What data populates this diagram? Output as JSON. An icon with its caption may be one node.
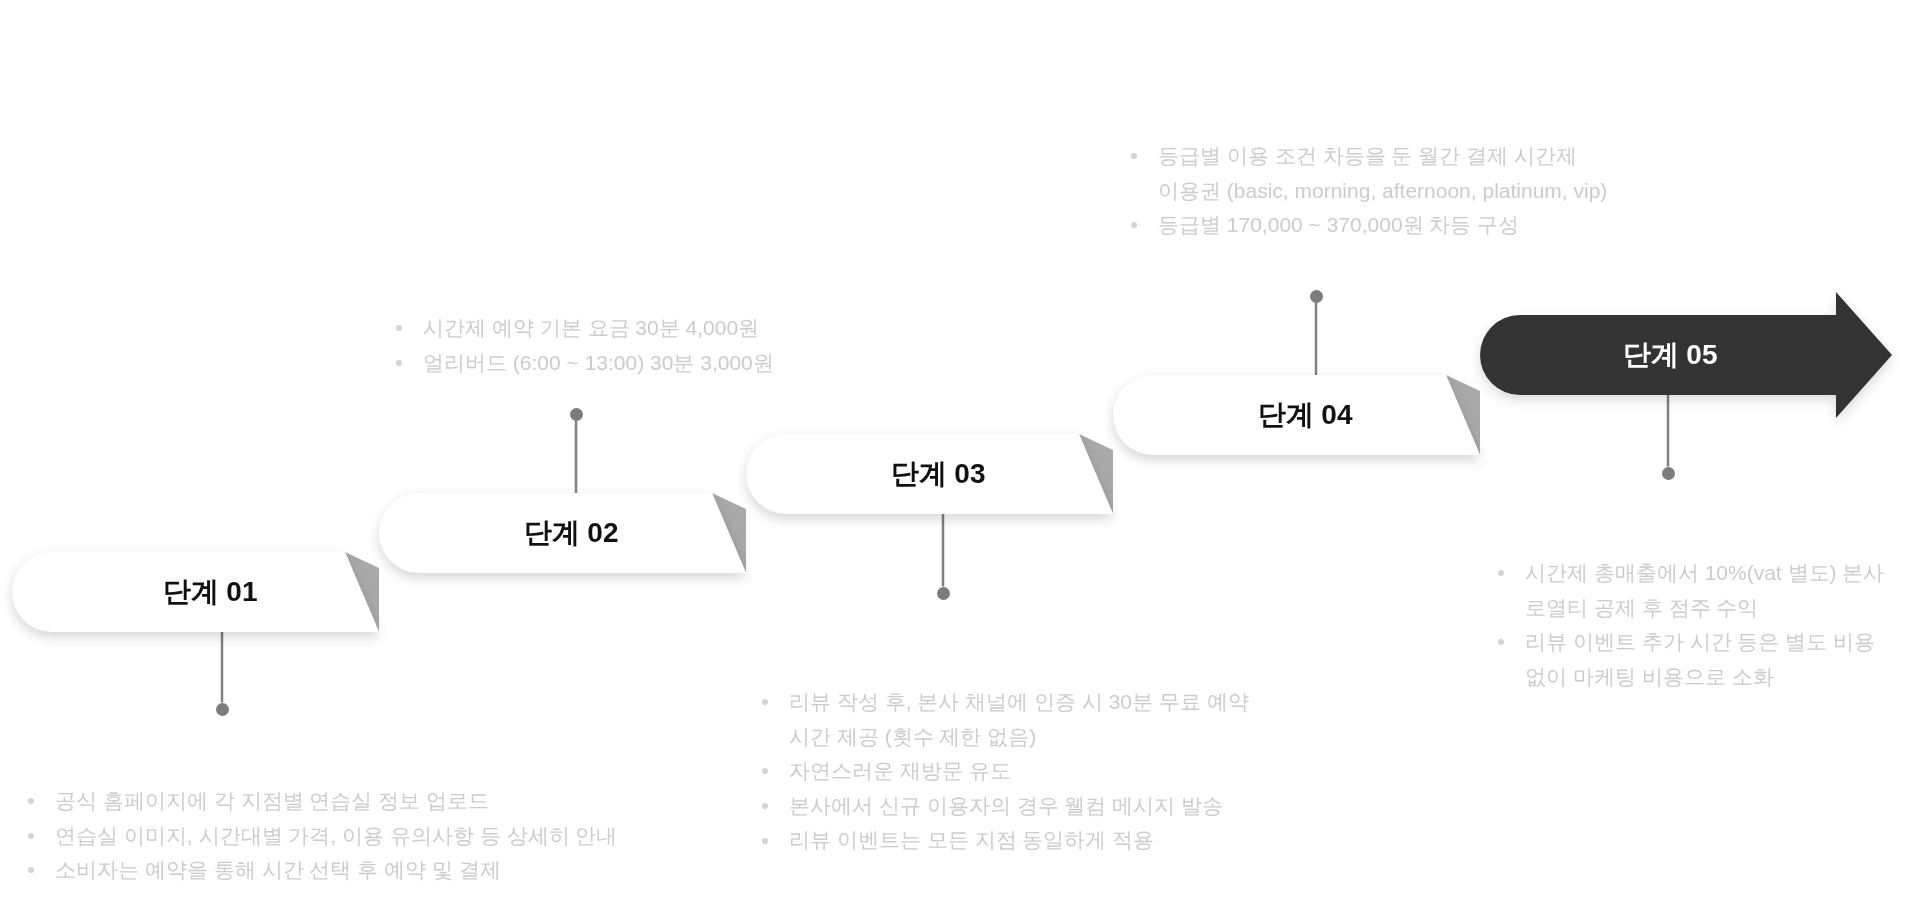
{
  "diagram": {
    "nodes": [
      {
        "text": [
          "단계 01"
        ]
      },
      {
        "text": [
          "단계 02"
        ]
      },
      {
        "text": [
          "단계 03"
        ]
      },
      {
        "text": [
          "단계 04"
        ]
      },
      {
        "text": [
          "단계 05"
        ]
      },
      {
        "text": [],
        "shape": "circle",
        "beside": [
          "공식 홈페이지에 각 지점별 연습실 정보 업로드",
          "연습실 이미지, 시간대별 가격, 이용 유의사항 등 상세히 안내",
          "소비자는 예약을 통해 시간 선택 후 예약 및 결제"
        ]
      },
      {
        "text": [],
        "shape": "circle",
        "beside": [
          "시간제 예약 기본 요금 30분 4,000원",
          "얼리버드 (6:00 ~ 13:00) 30분 3,000원"
        ]
      },
      {
        "text": [],
        "shape": "circle",
        "beside": [
          "리뷰 작성 후, 본사 채널에 인증 시 30분 무료 예약 시간 제공 (횟수 제한 없음)",
          "자연스러운 재방문 유도",
          "본사에서 신규 이용자의 경우 웰컴 메시지 발송",
          "리뷰 이벤트는 모든 지점 동일하게 적용"
        ]
      },
      {
        "text": [],
        "shape": "circle",
        "beside": [
          "등급별 이용 조건 차등을 둔 월간 결제 시간제 이용권 (basic, morning, afternoon, platinum, vip)",
          "등급별 170,000 ~ 370,000원 차등 구성"
        ]
      },
      {
        "text": [],
        "shape": "circle",
        "beside": [
          "시간제 총매출에서 10%(vat 별도) 본사 로열티 공제 후 점주 수익",
          "리뷰 이벤트 추가 시간 등은 별도 비용 없이 마케팅 비용으로 소화"
        ]
      }
    ],
    "edges": [
      {
        "from": 0,
        "to": 5,
        "arrow": "none"
      },
      {
        "from": 1,
        "to": 6,
        "arrow": "none"
      },
      {
        "from": 2,
        "to": 7,
        "arrow": "none"
      },
      {
        "from": 3,
        "to": 8,
        "arrow": "none"
      },
      {
        "from": 4,
        "to": 9,
        "arrow": "none"
      }
    ]
  }
}
